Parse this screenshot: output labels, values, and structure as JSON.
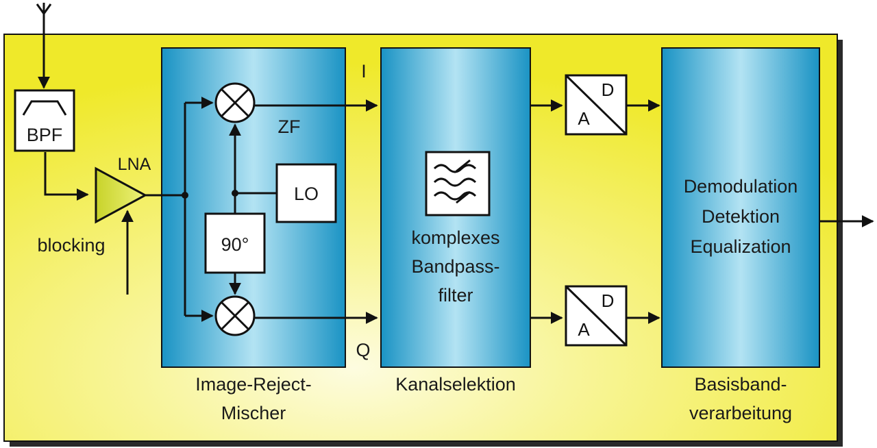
{
  "blocks": {
    "bpf": "BPF",
    "lna": "LNA",
    "blocking": "blocking",
    "lo": "LO",
    "phase": "90°",
    "zf": "ZF",
    "i": "I",
    "q": "Q",
    "adc_a": "A",
    "adc_d": "D"
  },
  "mixer_block": {
    "line1": "Image-Reject-",
    "line2": "Mischer"
  },
  "filter_block": {
    "text1": "komplexes",
    "text2": "Bandpass-",
    "text3": "filter",
    "caption": "Kanalselektion"
  },
  "baseband_block": {
    "text1": "Demodulation",
    "text2": "Detektion",
    "text3": "Equalization",
    "caption1": "Basisband-",
    "caption2": "verarbeitung"
  },
  "colors": {
    "panel": "#f2ee2e",
    "panel_light": "#fbfad0",
    "block_dark": "#1d9ac9",
    "block_light": "#a9def0",
    "lna": "#d9e34a"
  },
  "icons": [
    "antenna-icon",
    "bandpass-icon",
    "amplifier-icon",
    "mixer-icon",
    "filter-waves-icon",
    "adc-icon",
    "arrow-icon"
  ]
}
